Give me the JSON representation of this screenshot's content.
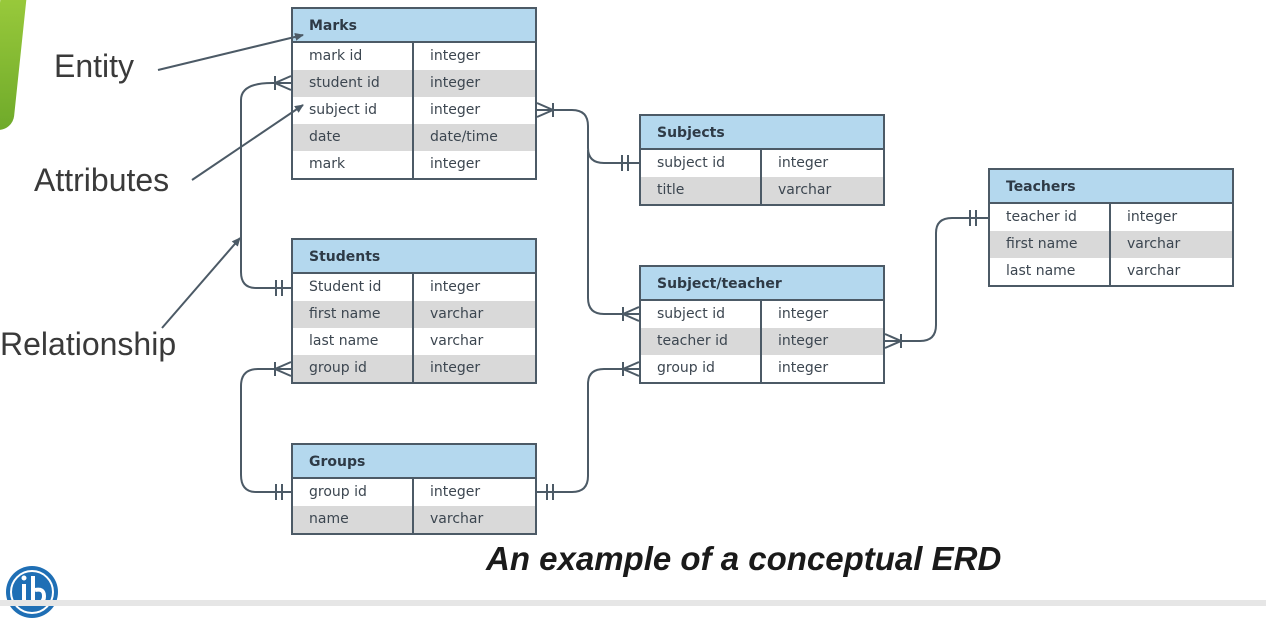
{
  "labels": {
    "entity": "Entity",
    "attributes": "Attributes",
    "relationship": "Relationship"
  },
  "entities": {
    "marks": {
      "title": "Marks",
      "rows": [
        {
          "name": "mark id",
          "type": "integer"
        },
        {
          "name": "student id",
          "type": "integer"
        },
        {
          "name": "subject id",
          "type": "integer"
        },
        {
          "name": "date",
          "type": "date/time"
        },
        {
          "name": "mark",
          "type": "integer"
        }
      ]
    },
    "students": {
      "title": "Students",
      "rows": [
        {
          "name": "Student id",
          "type": "integer"
        },
        {
          "name": "first name",
          "type": "varchar"
        },
        {
          "name": "last name",
          "type": "varchar"
        },
        {
          "name": "group id",
          "type": "integer"
        }
      ]
    },
    "groups": {
      "title": "Groups",
      "rows": [
        {
          "name": "group id",
          "type": "integer"
        },
        {
          "name": "name",
          "type": "varchar"
        }
      ]
    },
    "subjects": {
      "title": "Subjects",
      "rows": [
        {
          "name": "subject id",
          "type": "integer"
        },
        {
          "name": "title",
          "type": "varchar"
        }
      ]
    },
    "subject_teacher": {
      "title": "Subject/teacher",
      "rows": [
        {
          "name": "subject id",
          "type": "integer"
        },
        {
          "name": "teacher id",
          "type": "integer"
        },
        {
          "name": "group id",
          "type": "integer"
        }
      ]
    },
    "teachers": {
      "title": "Teachers",
      "rows": [
        {
          "name": "teacher id",
          "type": "integer"
        },
        {
          "name": "first name",
          "type": "varchar"
        },
        {
          "name": "last name",
          "type": "varchar"
        }
      ]
    }
  },
  "caption": "An example of a conceptual ERD",
  "colors": {
    "header": "#b4d8ee",
    "alt_row": "#d9d9d9",
    "border": "#4c5a66",
    "connector": "#4c5a66",
    "leaf": "#8cc63f",
    "logo": "#1f6fb5"
  },
  "logo": "ib-logo"
}
